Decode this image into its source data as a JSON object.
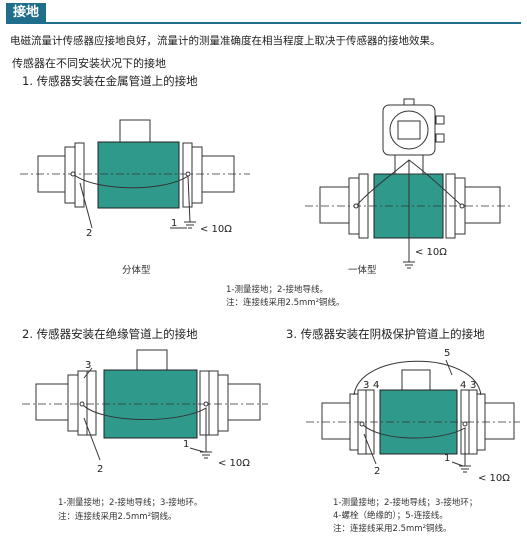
{
  "header": {
    "title": "接地"
  },
  "intro": "电磁流量计传感器应接地良好，流量计的测量准确度在相当程度上取决于传感器的接地效果。",
  "subtitle": "传感器在不同安装状况下的接地",
  "section1": {
    "title": "1. 传感器安装在金属管道上的接地",
    "left_caption": "分体型",
    "right_caption": "一体型",
    "left_label_2": "2",
    "left_label_1": "1",
    "left_resistance": "< 10Ω",
    "right_resistance": "< 10Ω",
    "note_line1": "1-测量接地；2-接地导线。",
    "note_line2": "注：连接线采用2.5mm²铜线。"
  },
  "section2": {
    "title": "2. 传感器安装在绝缘管道上的接地",
    "label_3": "3",
    "label_2": "2",
    "label_1": "1",
    "resistance": "< 10Ω",
    "note_line1": "1-测量接地；2-接地导线；3-接地环。",
    "note_line2": "注：连接线采用2.5mm²铜线。"
  },
  "section3": {
    "title": "3. 传感器安装在阴极保护管道上的接地",
    "label_5": "5",
    "label_3a": "3",
    "label_4a": "4",
    "label_4b": "4",
    "label_3b": "3",
    "label_2": "2",
    "label_1": "1",
    "resistance": "< 10Ω",
    "note_line1": "1-测量接地；2-接地导线；3-接地环；",
    "note_line2": "4-螺栓（绝缘的）；5-连接线。",
    "note_line3": "注：连接线采用2.5mm²铜线。"
  },
  "colors": {
    "accent": "#1f6e8c",
    "sensor_body": "#2f9a8c",
    "line": "#333333"
  }
}
